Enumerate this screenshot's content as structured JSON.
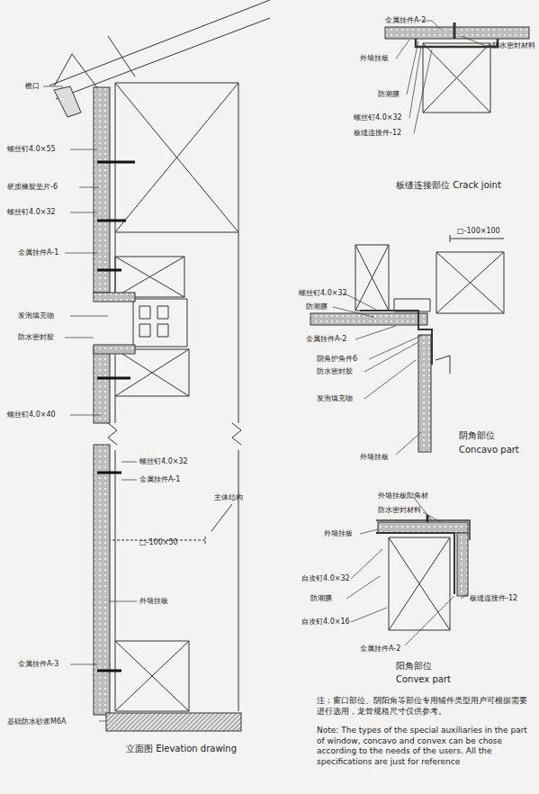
{
  "diagram": {
    "labels": [
      "檐口",
      "螺丝钉4.0×55",
      "硬质橡胶垫片-6",
      "螺丝钉4.0×32",
      "金属挂件A-1",
      "发泡填充物",
      "防水密封胶",
      "螺丝钉4.0×40",
      "螺丝钉4.0×32",
      "金属挂件A-1",
      "□-100×50",
      "主体结构",
      "外墙挂板",
      "金属挂件A-3",
      "基础防水砂浆M6A",
      "立面图 Elevation drawing",
      "金属挂件A-2",
      "防水密封材料",
      "外墙挂板",
      "防潮膜",
      "螺丝钉4.0×32",
      "板缝连接件-12",
      "板缝连接部位 Crack joint",
      "□-100×100",
      "螺丝钉4.0×32",
      "防潮膜",
      "金属挂件A-2",
      "阴角护角件6",
      "防水密封胶",
      "发泡填充物",
      "外墙挂板",
      "阴角部位",
      "Concavo part",
      "外墙挂板阳角材",
      "防水密封材料",
      "外墙挂板",
      "自攻钉4.0×32",
      "防潮膜",
      "自攻钉4.0×16",
      "金属挂件A-2",
      "板缝连接件-12",
      "阳角部位",
      "Convex part",
      "注：窗口部位、阴阳角等部位专用辅件类型用户可根据需要进行选用，龙骨规格尺寸仅供参考。",
      "Note: The types of the special auxiliaries in the part of window, concavo and convex can be chose according to the needs of the users. All the specifications are just for reference"
    ]
  }
}
